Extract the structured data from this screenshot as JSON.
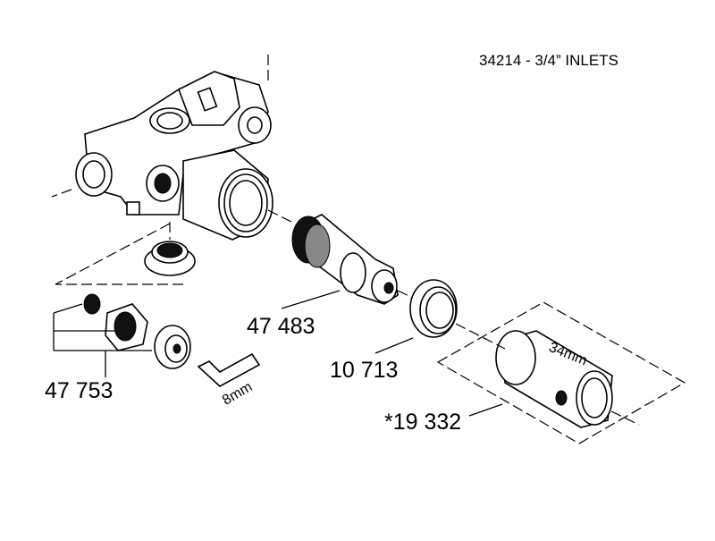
{
  "header": {
    "model": "34214 - 3/4” INLETS"
  },
  "parts": {
    "cartridge": "47 483",
    "nut": "10 713",
    "check_valve": "47 753",
    "extension": "*19 332"
  },
  "dimensions": {
    "wrench_size": "34mm",
    "hex_key_size": "8mm"
  }
}
